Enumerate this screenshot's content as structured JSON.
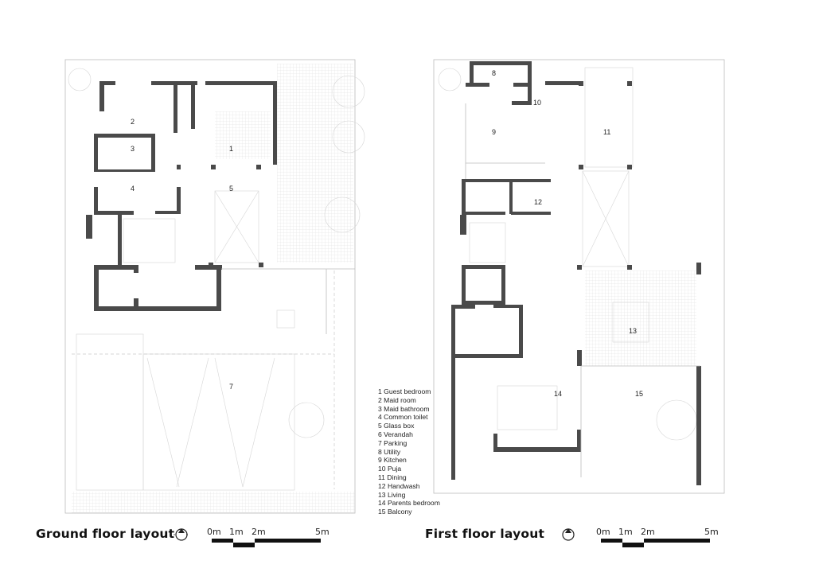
{
  "plans": {
    "ground": {
      "title": "Ground floor layout",
      "rooms": [
        "1",
        "2",
        "3",
        "4",
        "5",
        "7"
      ]
    },
    "first": {
      "title": "First floor layout",
      "rooms": [
        "8",
        "9",
        "10",
        "11",
        "12",
        "13",
        "14",
        "15"
      ]
    }
  },
  "legend": [
    "1 Guest bedroom",
    "2 Maid room",
    "3 Maid bathroom",
    "4 Common toilet",
    "5 Glass box",
    "6 Verandah",
    "7 Parking",
    "8 Utility",
    "9 Kitchen",
    "10 Puja",
    "11 Dining",
    "12 Handwash",
    "13 Living",
    "14 Parents bedroom",
    "15 Balcony"
  ],
  "scale_bar": {
    "ticks": [
      "0m",
      "1m",
      "2m",
      "5m"
    ]
  },
  "colors": {
    "wall": "#4a4a4a",
    "line": "#bbbbbb"
  }
}
